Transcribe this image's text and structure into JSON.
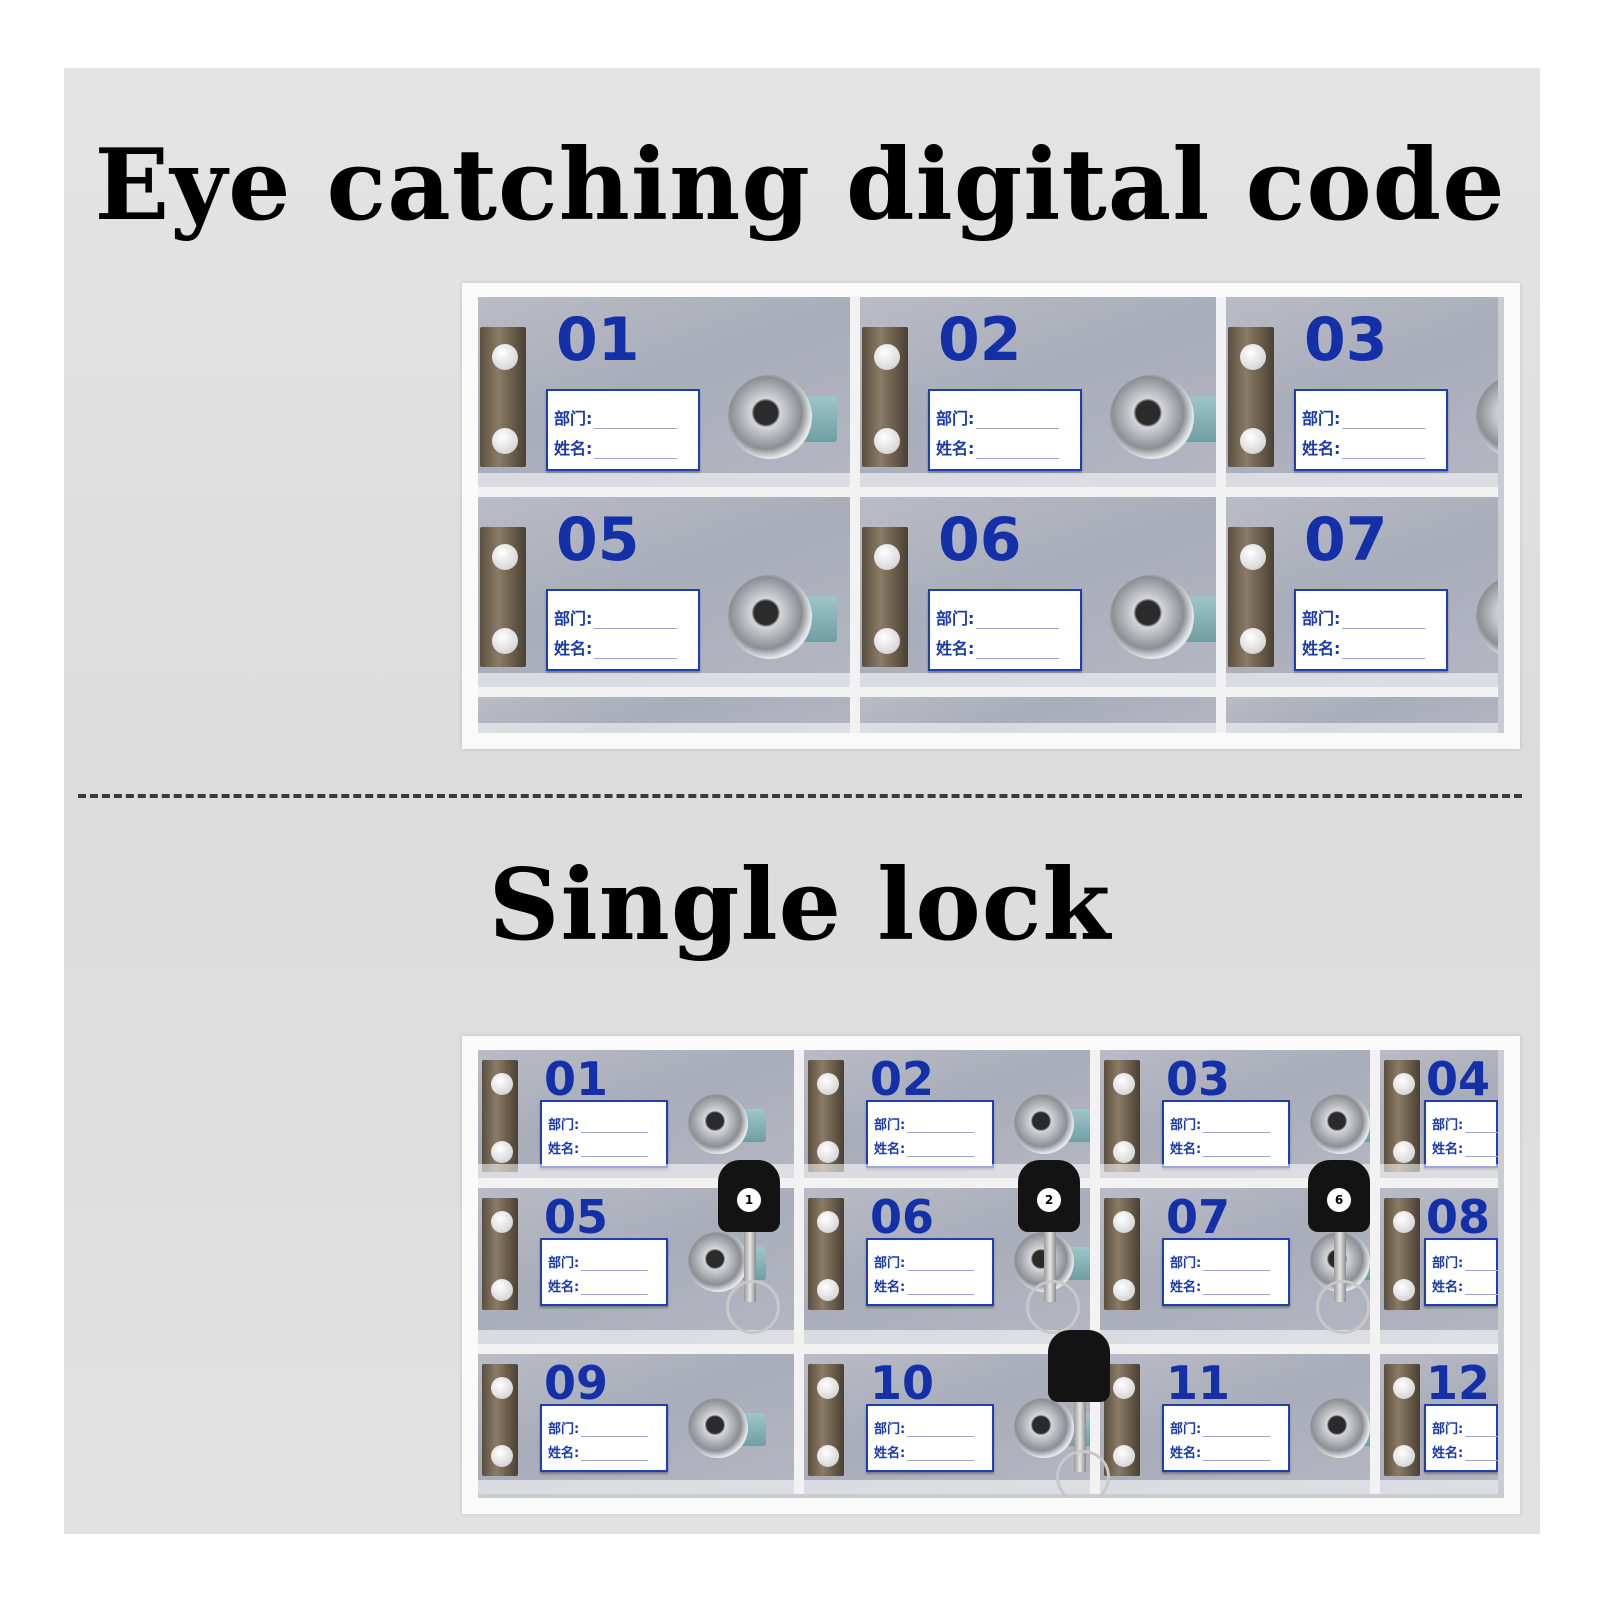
{
  "headings": {
    "top": "Eye catching digital code",
    "bottom": "Single lock"
  },
  "card_labels": {
    "department": "部门:",
    "name": "姓名:"
  },
  "photo_top": {
    "boxes": [
      "01",
      "02",
      "03",
      "05",
      "06",
      "07"
    ]
  },
  "photo_bottom": {
    "boxes": [
      "01",
      "02",
      "03",
      "04",
      "05",
      "06",
      "07",
      "08",
      "09",
      "10",
      "11",
      "12"
    ],
    "key_tags": [
      "1",
      "2",
      "6"
    ]
  },
  "colors": {
    "number_blue": "#1430a8",
    "panel_gray": "#e0e0e0"
  }
}
